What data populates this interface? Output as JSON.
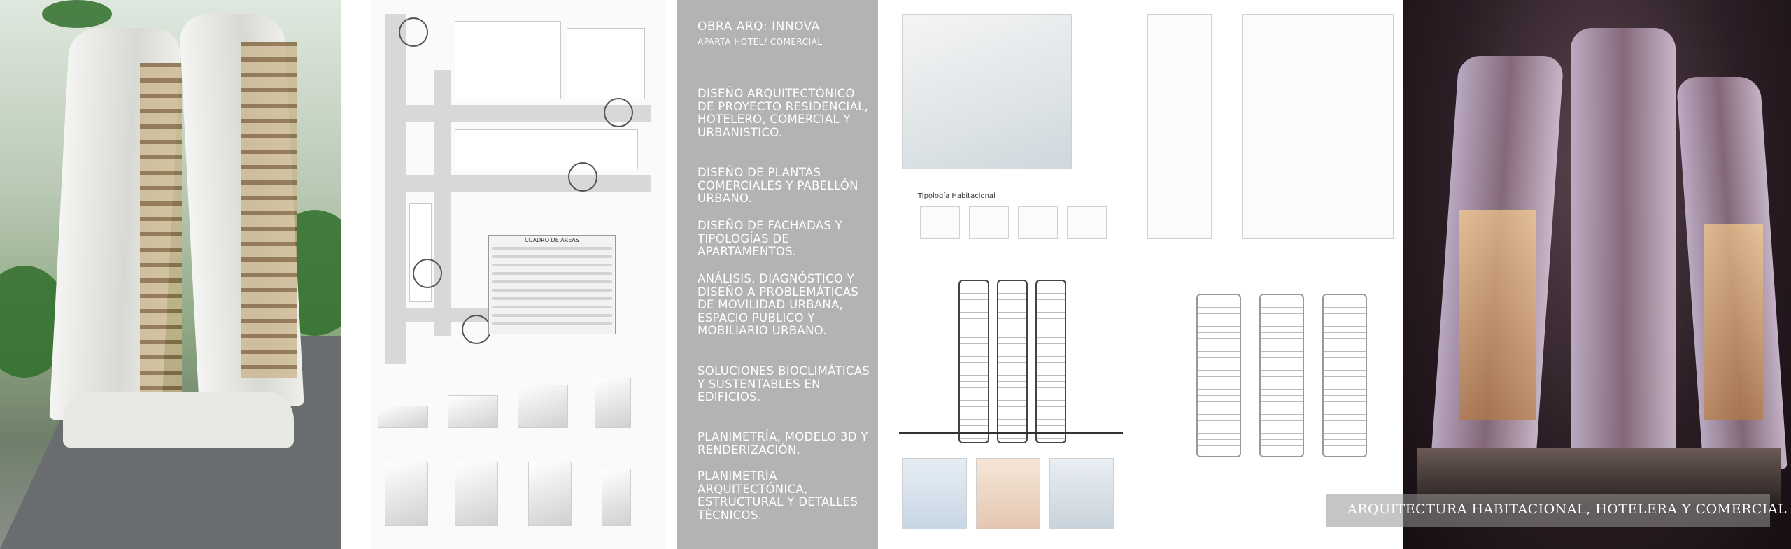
{
  "info_panel": {
    "title": "OBRA ARQ: INNOVA",
    "subtitle": "APARTA HOTEL/ COMERCIAL",
    "items": [
      "DISEÑO ARQUITECTÓNICO DE PROYECTO RESIDENCIAL, HOTELERO, COMERCIAL Y URBANISTICO.",
      "DISEÑO DE PLANTAS COMERCIALES Y PABELLÓN URBANO.",
      "DISEÑO DE FACHADAS Y TIPOLOGÍAS DE APARTAMENTOS.",
      "ANÁLISIS, DIAGNÓSTICO Y DISEÑO A PROBLEMÁTICAS DE MOVILIDAD URBANA, ESPACIO PUBLICO Y MOBILIARIO URBANO.",
      "SOLUCIONES BIOCLIMÁTICAS Y SUSTENTABLES EN EDIFICIOS.",
      "PLANIMETRÍA, MODELO 3D Y RENDERIZACIÓN.",
      "PLANIMETRÍA ARQUITECTÓNICA, ESTRUCTURAL Y DETALLES TÉCNICOS."
    ]
  },
  "plan_panel": {
    "table_title": "CUADRO DE AREAS"
  },
  "sections_panel": {
    "typology_label": "Tipología Habitacional"
  },
  "caption": "ARQUITECTURA HABITACIONAL, HOTELERA Y COMERCIAL",
  "colors": {
    "info_bg": "#b3b3b3",
    "night_bg": "#2b1d24",
    "caption_bg": "#969696"
  }
}
